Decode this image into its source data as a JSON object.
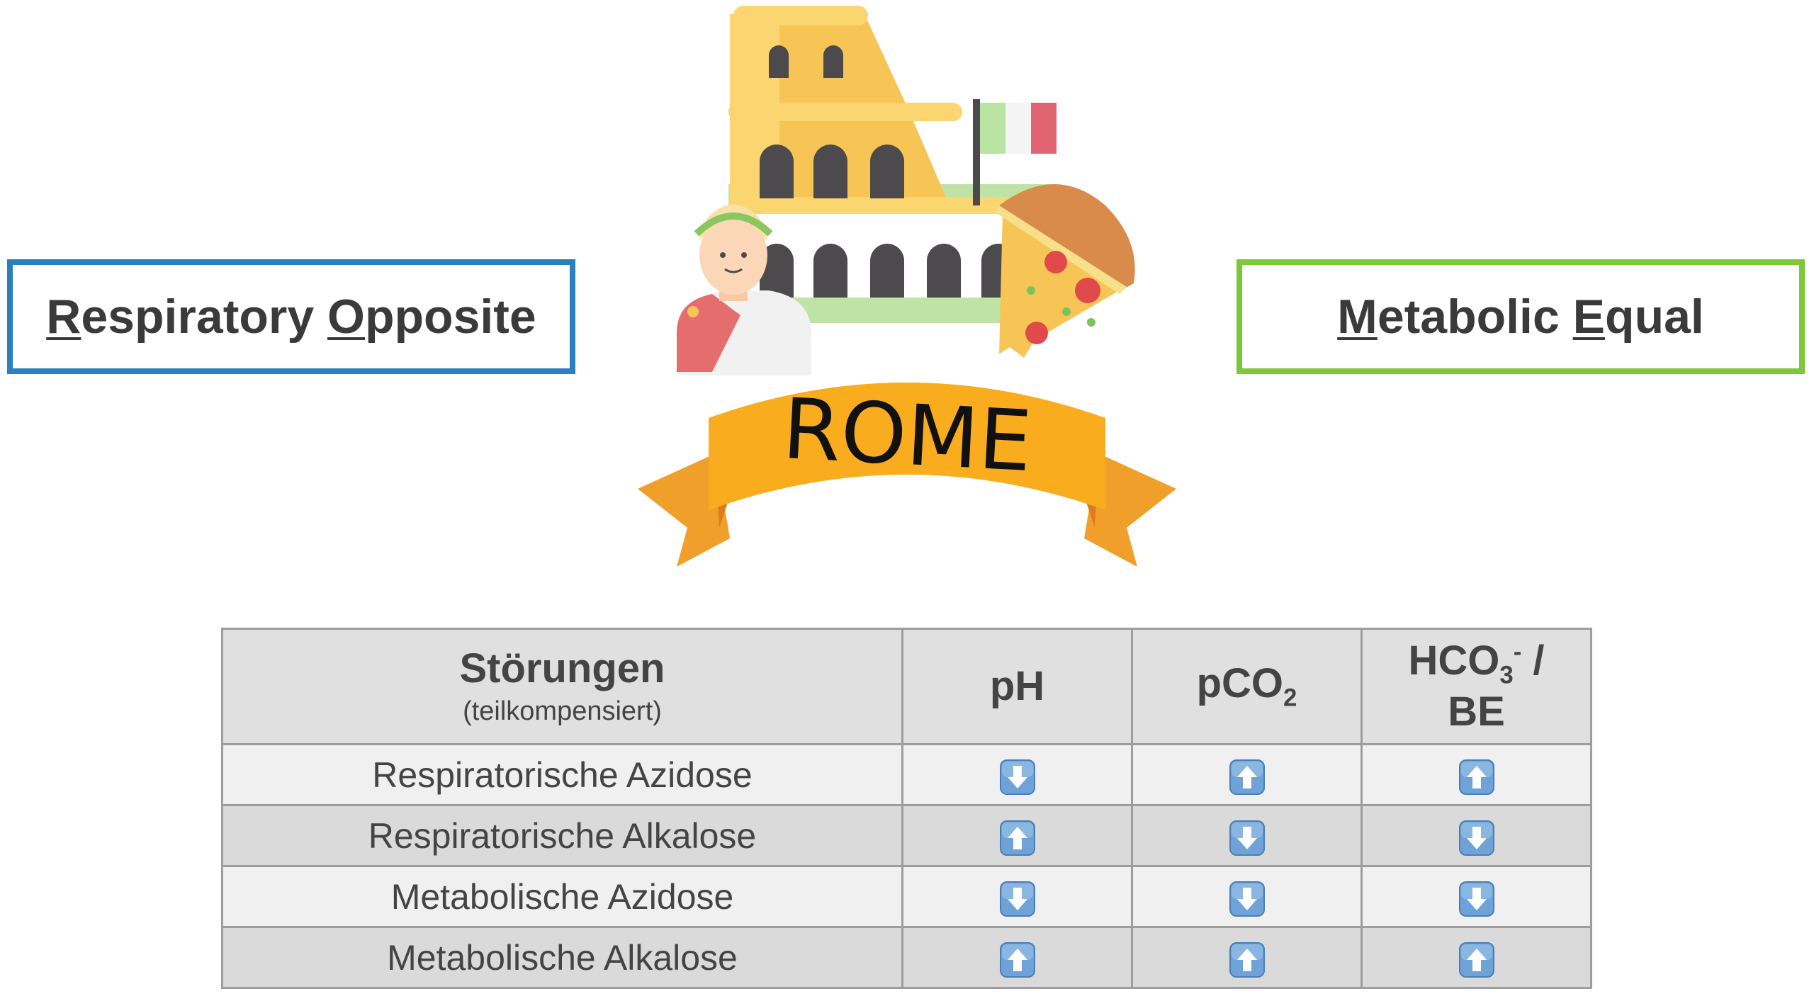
{
  "mnemonic": {
    "left": {
      "first_letter_a": "R",
      "rest_a": "espiratory ",
      "first_letter_b": "O",
      "rest_b": "pposite",
      "border_color": "#2a7fc0"
    },
    "right": {
      "first_letter_a": "M",
      "rest_a": "etabolic ",
      "first_letter_b": "E",
      "rest_b": "qual",
      "border_color": "#7ec63a"
    }
  },
  "logo": {
    "banner_text": "ROME",
    "icons": [
      "colosseum-icon",
      "italian-flag-icon",
      "pizza-slice-icon",
      "caesar-bust-icon",
      "ribbon-banner-icon"
    ]
  },
  "table": {
    "header": {
      "col1_title": "Störungen",
      "col1_subtitle": "(teilkompensiert)",
      "col2": "pH",
      "col3_base": "pCO",
      "col3_sub": "2",
      "col4_base": "HCO",
      "col4_sub": "3",
      "col4_sup": "-",
      "col4_tail": " /",
      "col4_line2": "BE"
    },
    "rows": [
      {
        "label": "Respiratorische Azidose",
        "ph": "down",
        "pco2": "up",
        "hco3": "up"
      },
      {
        "label": "Respiratorische Alkalose",
        "ph": "up",
        "pco2": "down",
        "hco3": "down"
      },
      {
        "label": "Metabolische Azidose",
        "ph": "down",
        "pco2": "down",
        "hco3": "down"
      },
      {
        "label": "Metabolische Alkalose",
        "ph": "up",
        "pco2": "up",
        "hco3": "up"
      }
    ]
  }
}
